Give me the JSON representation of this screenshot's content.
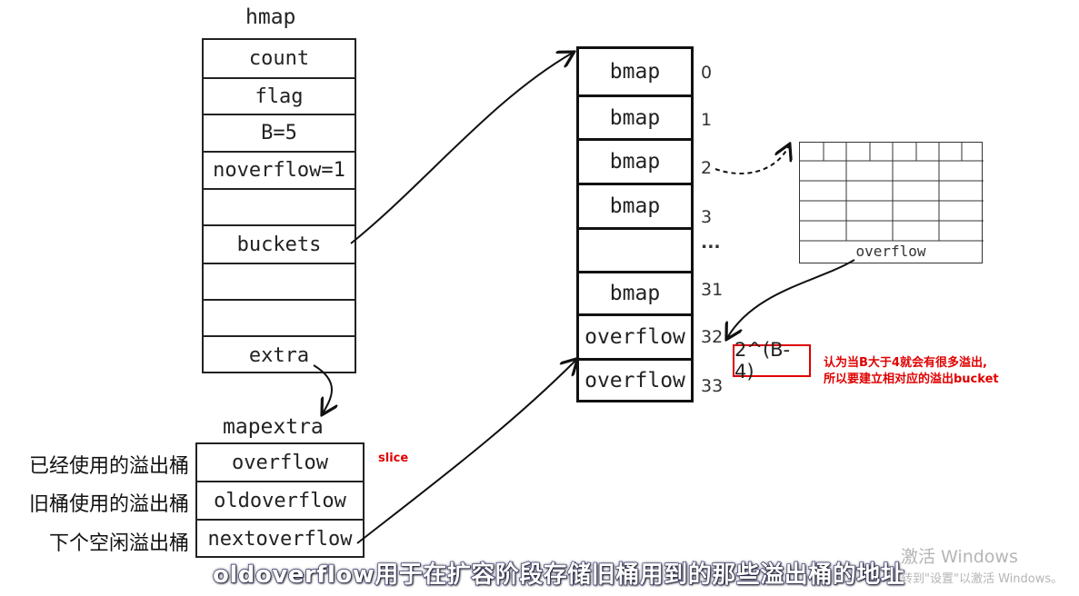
{
  "hmap": {
    "title": "hmap",
    "fields": [
      "count",
      "flag",
      "B=5",
      "noverflow=1",
      "",
      "buckets",
      "",
      "",
      "extra"
    ]
  },
  "mapextra": {
    "title": "mapextra",
    "fields": [
      "overflow",
      "oldoverflow",
      "nextoverflow"
    ],
    "descriptions": [
      "已经使用的溢出桶",
      "旧桶使用的溢出桶",
      "下个空闲溢出桶"
    ],
    "note": "slice"
  },
  "buckets": {
    "cells": [
      "bmap",
      "bmap",
      "bmap",
      "bmap",
      "",
      "bmap",
      "overflow",
      "overflow"
    ],
    "indices": [
      "0",
      "1",
      "2",
      "3",
      "...",
      "31",
      "32",
      "33"
    ]
  },
  "bucket_struct": {
    "footer": "overflow"
  },
  "formula": {
    "text": "2^(B-4)",
    "note_lines": [
      "认为当B大于4就会有很多溢出,",
      "所以要建立相对应的溢出bucket"
    ]
  },
  "subtitle": "oldoverflow用于在扩容阶段存储旧桶用到的那些溢出桶的地址",
  "watermark": {
    "line1": "激活 Windows",
    "line2": "转到\"设置\"以激活 Windows。"
  },
  "colors": {
    "accent_red": "#e00000",
    "ink": "#222222"
  }
}
